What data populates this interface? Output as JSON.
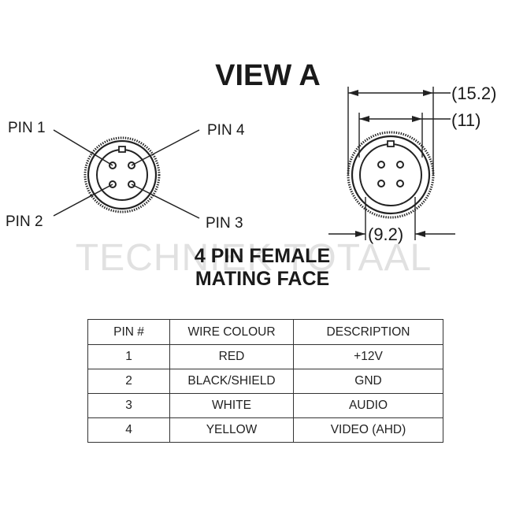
{
  "view_title": "VIEW A",
  "pins": {
    "pin1": "PIN 1",
    "pin2": "PIN 2",
    "pin3": "PIN 3",
    "pin4": "PIN 4"
  },
  "dimensions": {
    "outer": "(15.2)",
    "inner": "(11)",
    "bottom": "(9.2)"
  },
  "caption": {
    "line1": "4 PIN FEMALE",
    "line2": "MATING FACE"
  },
  "watermark": "TECHNIEK TOTAAL",
  "table": {
    "headers": [
      "PIN #",
      "WIRE COLOUR",
      "DESCRIPTION"
    ],
    "rows": [
      [
        "1",
        "RED",
        "+12V"
      ],
      [
        "2",
        "BLACK/SHIELD",
        "GND"
      ],
      [
        "3",
        "WHITE",
        "AUDIO"
      ],
      [
        "4",
        "YELLOW",
        "VIDEO (AHD)"
      ]
    ]
  }
}
